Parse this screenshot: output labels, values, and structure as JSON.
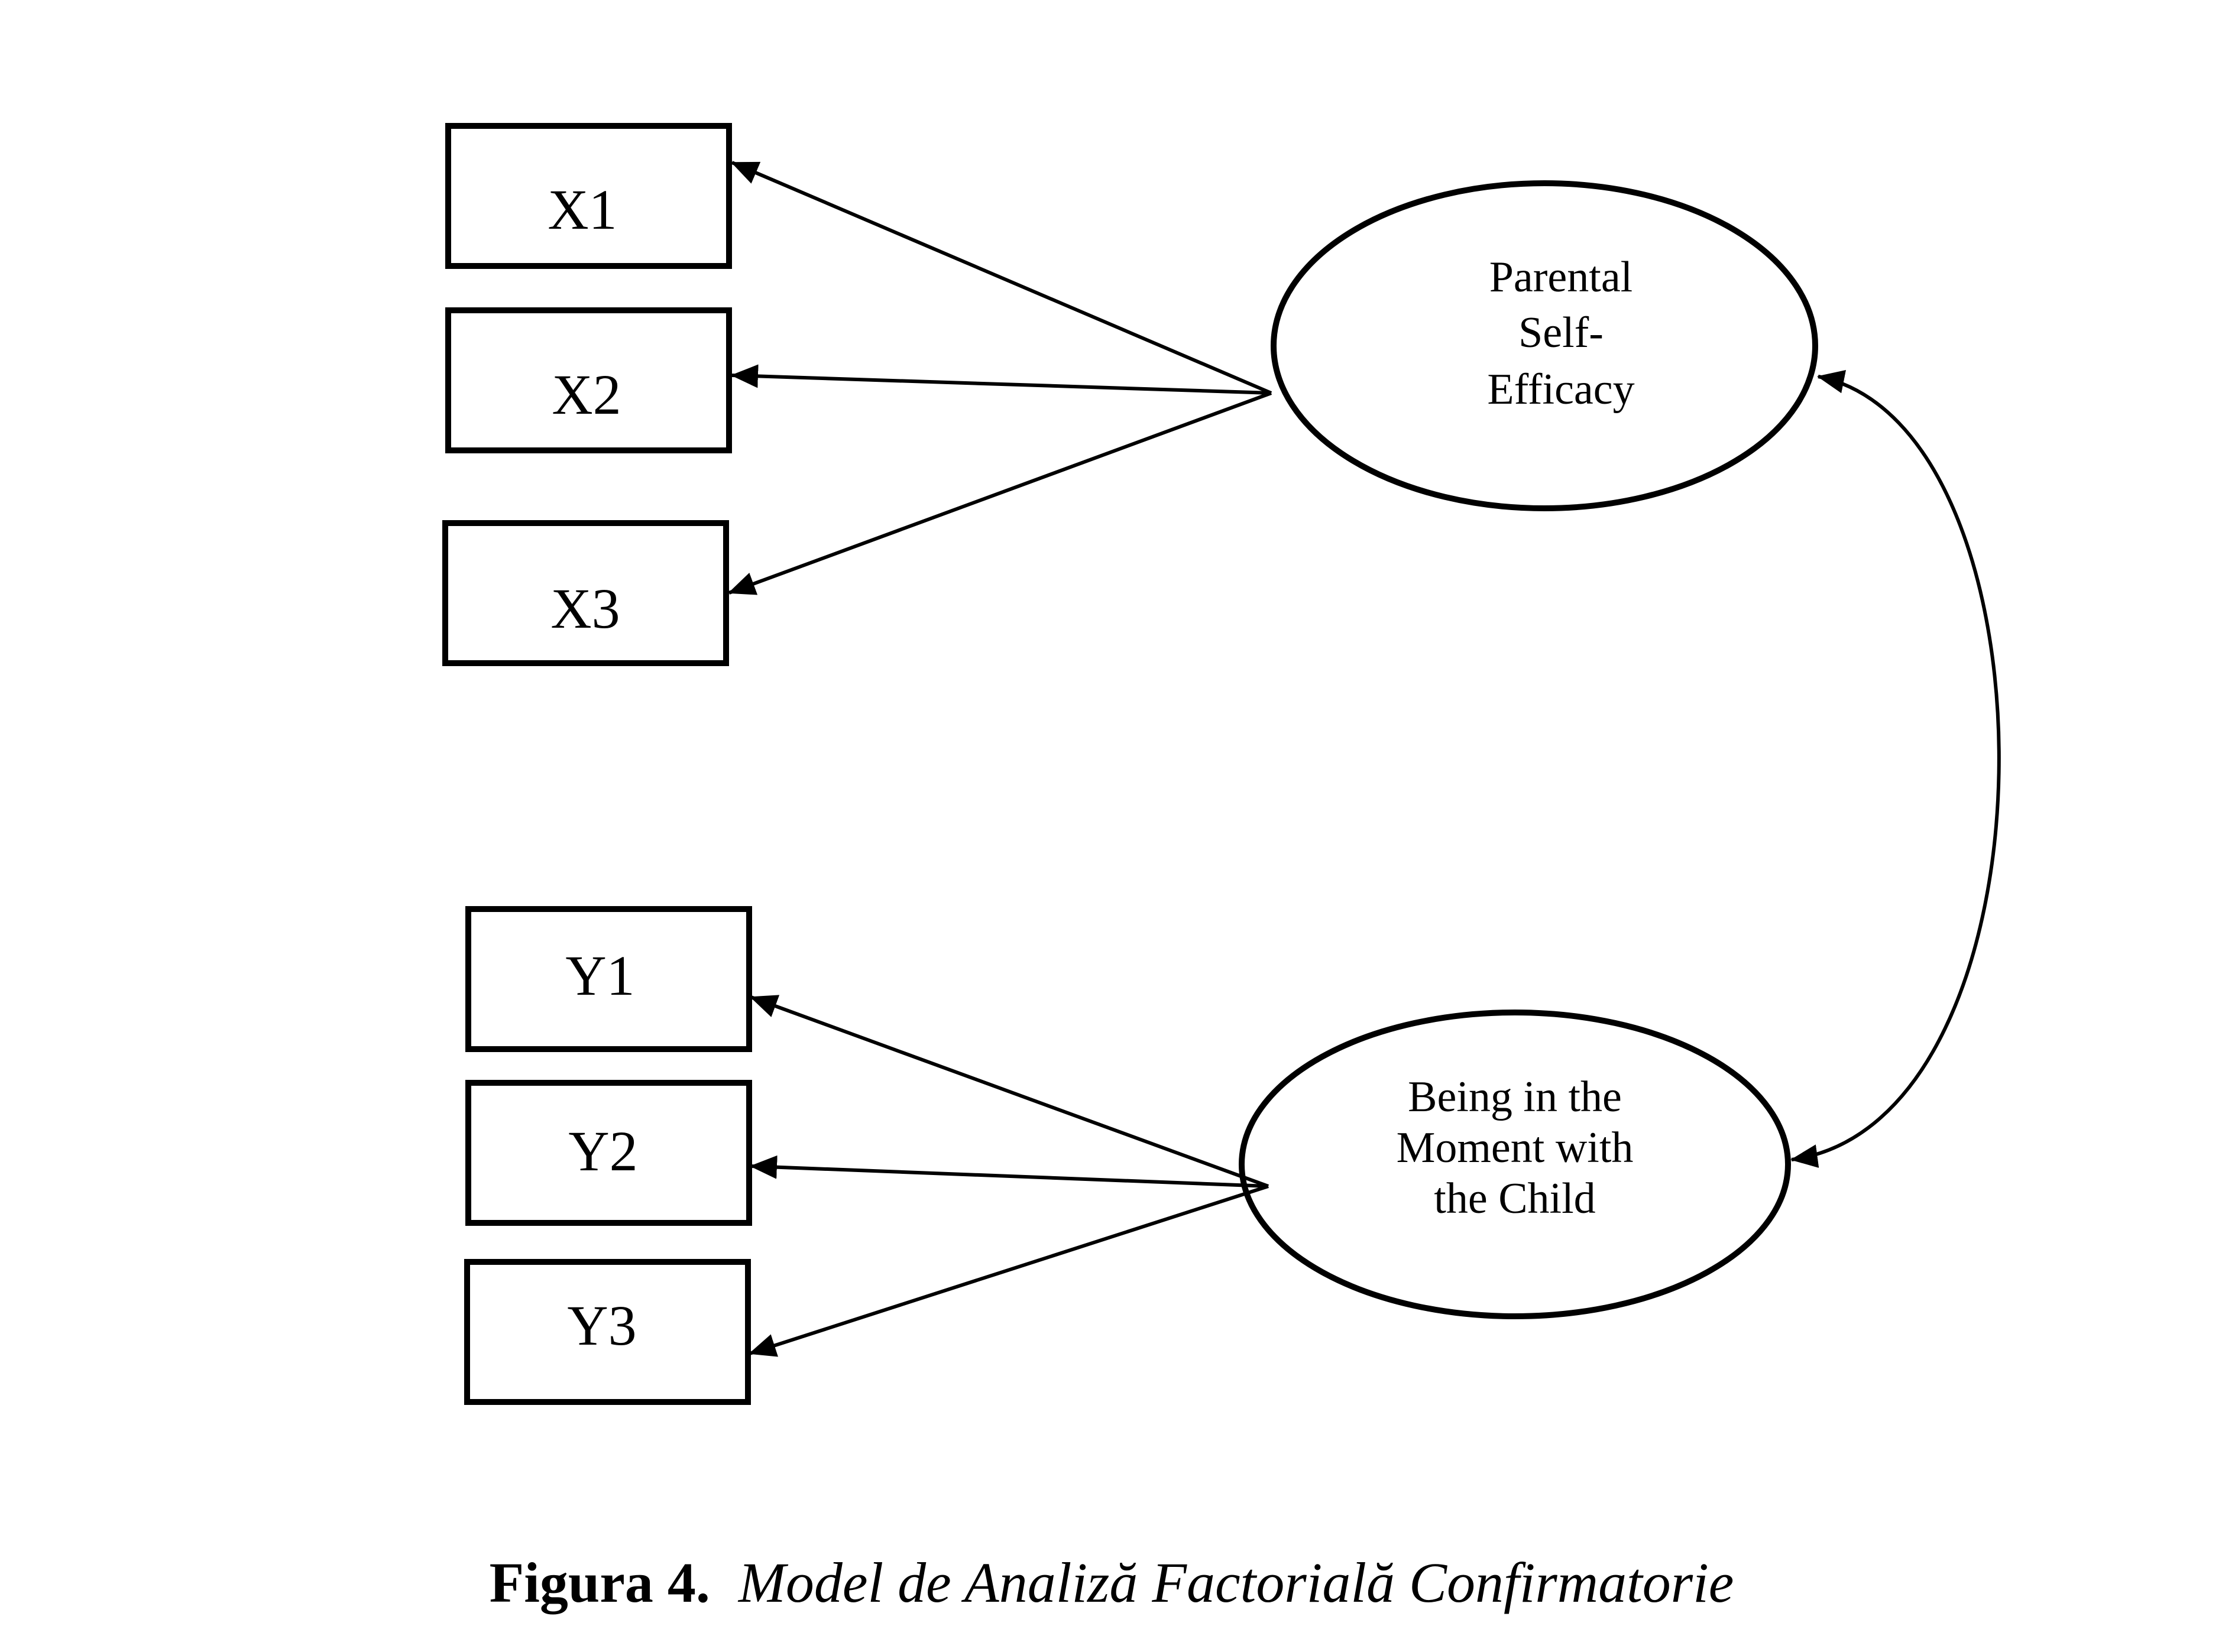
{
  "indicators": {
    "x1": "X1",
    "x2": "X2",
    "x3": "X3",
    "y1": "Y1",
    "y2": "Y2",
    "y3": "Y3"
  },
  "latents": {
    "parental_self_efficacy": [
      "Parental",
      "Self-",
      "Efficacy"
    ],
    "being_in_the_moment": [
      "Being in the",
      "Moment with",
      "the Child"
    ]
  },
  "caption": {
    "label": "Figura 4.",
    "title": "Model de Analiză Factorială Confirmatorie"
  }
}
